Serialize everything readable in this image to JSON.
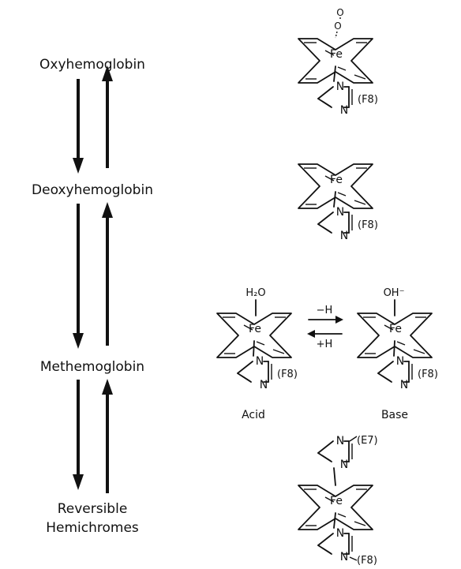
{
  "states": {
    "oxy": "Oxyhemoglobin",
    "deoxy": "Deoxyhemoglobin",
    "met": "Methemoglobin",
    "hemi_line1": "Reversible",
    "hemi_line2": "Hemichromes"
  },
  "structures": {
    "iron": "Fe",
    "nitrogen": "N",
    "oxygen": "O",
    "proximal": "(F8)",
    "distal": "(E7)",
    "water": "H₂O",
    "hydroxide": "OH⁻",
    "minus_h": "−H",
    "plus_h": "+H",
    "acid": "Acid",
    "base": "Base"
  }
}
